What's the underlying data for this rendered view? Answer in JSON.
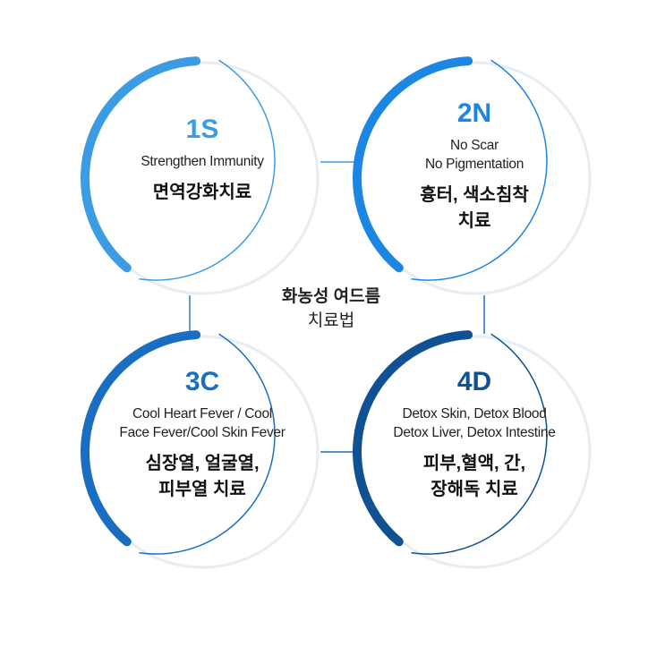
{
  "title": {
    "line1": "화농성 여드름",
    "line2": "치료법"
  },
  "items": [
    {
      "code": "1S",
      "en": [
        "Strengthen Immunity"
      ],
      "ko": [
        "면역강화치료"
      ],
      "color": "#3b9ce3"
    },
    {
      "code": "2N",
      "en": [
        "No Scar",
        "No Pigmentation"
      ],
      "ko": [
        "흉터, 색소침착",
        "치료"
      ],
      "color": "#1c86e3"
    },
    {
      "code": "3C",
      "en": [
        "Cool Heart Fever / Cool",
        "Face Fever/Cool Skin Fever"
      ],
      "ko": [
        "심장열, 얼굴열,",
        "피부열 치료"
      ],
      "color": "#1a6ec2"
    },
    {
      "code": "4D",
      "en": [
        "Detox Skin, Detox Blood",
        "Detox Liver, Detox Intestine"
      ],
      "ko": [
        "피부,혈액, 간,",
        "장해독 치료"
      ],
      "color": "#0f5192"
    }
  ]
}
